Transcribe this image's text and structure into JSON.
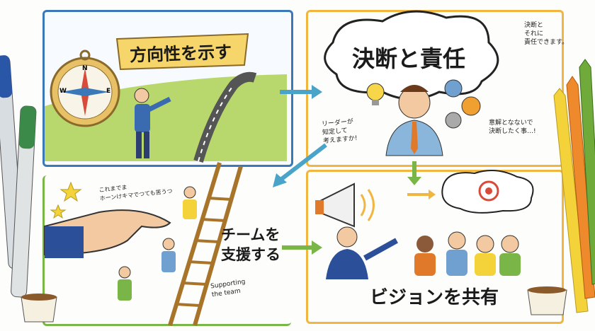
{
  "panels": {
    "direction": {
      "title": "方向性を示す",
      "color": "#3b78b8"
    },
    "decision": {
      "title": "決断と責任",
      "color": "#f0b640",
      "note_top": [
        "決断と",
        "それに",
        "責任できます。"
      ],
      "note_bottom": [
        "意解となないで",
        "決断したく事…!"
      ],
      "note_left": [
        "リーダーが",
        "知定して",
        "考えますか!"
      ]
    },
    "support": {
      "title": [
        "チームを",
        "支援する"
      ],
      "subtitle": [
        "Supporting",
        "the team"
      ],
      "note": [
        "これまでま",
        "ホーンけキマでつても苦うつ"
      ],
      "color": "#7ab548"
    },
    "vision": {
      "title": "ビジョンを共有",
      "color": "#f0b640"
    }
  },
  "compass_letters": {
    "n": "N",
    "e": "E",
    "w": "W"
  }
}
